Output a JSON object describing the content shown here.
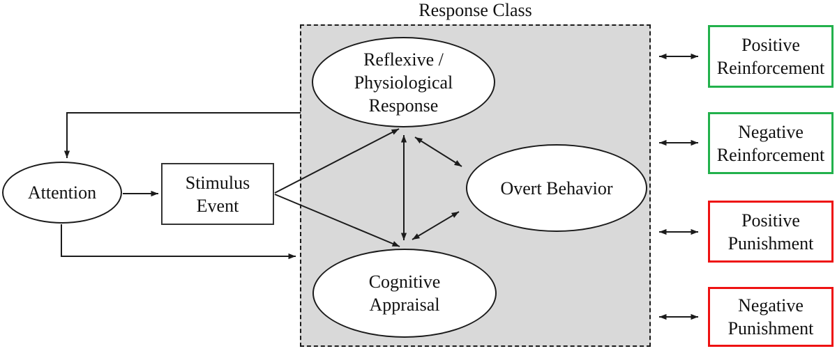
{
  "diagram": {
    "title": "Response Class",
    "nodes": {
      "attention": {
        "label": "Attention",
        "shape": "ellipse"
      },
      "stimulus_event": {
        "label": "Stimulus\nEvent",
        "shape": "rectangle"
      },
      "reflexive_physiological_response": {
        "label": "Reflexive /\nPhysiological\nResponse",
        "shape": "ellipse"
      },
      "overt_behavior": {
        "label": "Overt Behavior",
        "shape": "ellipse"
      },
      "cognitive_appraisal": {
        "label": "Cognitive\nAppraisal",
        "shape": "ellipse"
      }
    },
    "consequence_boxes": [
      {
        "label": "Positive\nReinforcement",
        "type": "reinforcement"
      },
      {
        "label": "Negative\nReinforcement",
        "type": "reinforcement"
      },
      {
        "label": "Positive\nPunishment",
        "type": "punishment"
      },
      {
        "label": "Negative\nPunishment",
        "type": "punishment"
      }
    ],
    "connections": [
      "Attention -> Stimulus Event",
      "Response Class -> Attention (feedback)",
      "Attention -> Response Class",
      "Stimulus Event -> Reflexive / Physiological Response",
      "Stimulus Event -> Cognitive Appraisal",
      "Reflexive / Physiological Response <-> Cognitive Appraisal",
      "Reflexive / Physiological Response <-> Overt Behavior",
      "Cognitive Appraisal <-> Overt Behavior",
      "Response Class <-> Positive Reinforcement",
      "Response Class <-> Negative Reinforcement",
      "Response Class <-> Positive Punishment",
      "Response Class <-> Negative Punishment"
    ],
    "colors": {
      "reinforcement_border": "#22B14C",
      "punishment_border": "#EE1212",
      "response_class_fill": "#D9D9D9",
      "connector": "#1B1B1B"
    }
  }
}
